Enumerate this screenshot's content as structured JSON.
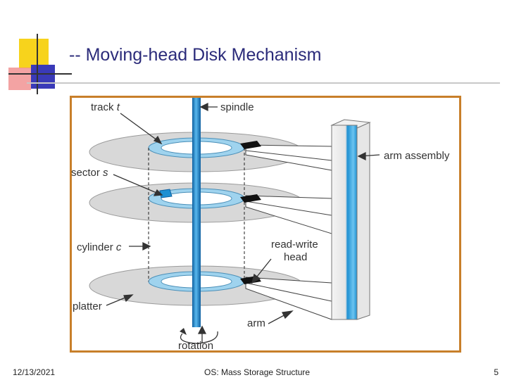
{
  "slide": {
    "title": "-- Moving-head Disk Mechanism"
  },
  "figure": {
    "labels": {
      "track": "track",
      "track_var": "t",
      "spindle": "spindle",
      "arm_assembly": "arm assembly",
      "sector": "sector",
      "sector_var": "s",
      "cylinder": "cylinder",
      "cylinder_var": "c",
      "read_write": "read-write",
      "head": "head",
      "platter": "platter",
      "arm": "arm",
      "rotation": "rotation"
    },
    "colors": {
      "frame": "#c87f2a",
      "spindle": "#1e90d2",
      "platter": "#d8d8d8",
      "track": "#9fd3ee"
    }
  },
  "footer": {
    "date": "12/13/2021",
    "course": "OS: Mass Storage Structure",
    "page": "5"
  }
}
